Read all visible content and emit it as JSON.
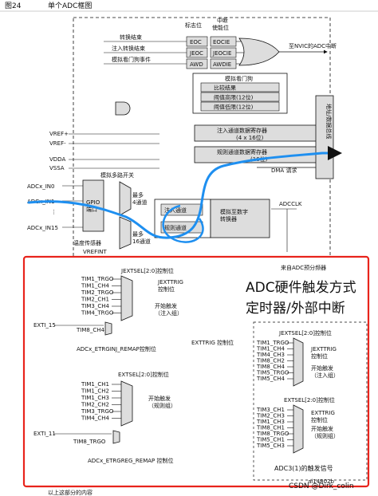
{
  "figure": {
    "label": "图24",
    "title": "单个ADC框图"
  },
  "flags": {
    "header_flag": "标志位",
    "header_enable": "中断\n使能位",
    "rows": [
      {
        "signal": "转换结束",
        "flag": "EOC",
        "enable": "EOCIE"
      },
      {
        "signal": "注入转换结束",
        "flag": "JEOC",
        "enable": "JEOCIE"
      },
      {
        "signal": "模拟看门狗事件",
        "flag": "AWD",
        "enable": "AWDIE"
      }
    ],
    "to_nvic": "至NVIC的ADC中断"
  },
  "watchdog": {
    "title": "模拟看门狗",
    "rows": [
      "比较结果",
      "阈值高限(12位)",
      "阈值低限(12位)"
    ]
  },
  "registers": {
    "injected": "注入通道数据寄存器",
    "injected_size": "(4 x 16位)",
    "regular": "规则通道数据寄存器",
    "regular_size": "(16位)",
    "dma": "DMA 请求",
    "bus": "地址/数据总线"
  },
  "power": {
    "vref_p": "VREF+",
    "vref_m": "VREF-",
    "vdda": "VDDA",
    "vssa": "VSSA"
  },
  "inputs": {
    "mux": "模拟多路开关",
    "in0": "ADCx_IN0",
    "in1": "ADCx_IN1",
    "dots": "⋮",
    "in15": "ADCx_IN15",
    "gpio": "GPIO\n端口",
    "temp": "温度传感器",
    "vrefint": "VREFINT",
    "max4": "最多\n4通道",
    "max16": "最多\n16通道"
  },
  "core": {
    "injected": "注入通道",
    "regular": "规则通道",
    "converter": "模拟至数字\n转换器",
    "adcclk": "ADCCLK",
    "prescaler": "来自ADC预分频器"
  },
  "jext": {
    "sel": "JEXTSEL[2:0]控制位",
    "inputs": [
      "TIM1_TRGO",
      "TIM1_CH4",
      "TIM2_TRGO",
      "TIM2_CH1",
      "TIM3_CH4",
      "TIM4_TRGO"
    ],
    "trig": "JEXTTRIG\n控制位",
    "start": "开始触发\n（注入组）",
    "exti": "EXTI_15",
    "tim8": "TIM8_CH4",
    "remap": "ADCx_ETRGINJ_REMAP控制位",
    "exttrig": "EXTTRIG 控制位"
  },
  "ext": {
    "sel": "EXTSEL[2:0]控制位",
    "inputs": [
      "TIM1_CH1",
      "TIM1_CH2",
      "TIM1_CH3",
      "TIM2_CH2",
      "TIM3_TRGO",
      "TIM4_CH4"
    ],
    "start": "开始触发\n（规则组）",
    "exti": "EXTI_11",
    "tim8": "TIM8_TRGO",
    "remap": "ADCx_ETRGREG_REMAP 控制位"
  },
  "adc3_j": {
    "sel": "JEXTSEL[2:0]控制位",
    "inputs": [
      "TIM1_TRGO",
      "TIM1_CH4",
      "TIM4_CH3",
      "TIM8_CH2",
      "TIM8_CH4",
      "TIM5_TRGO",
      "TIM5_CH4"
    ],
    "trig": "JEXTTRIG\n控制位",
    "start": "开始触发\n（注入组）"
  },
  "adc3_r": {
    "sel": "EXTSEL[2:0]控制位",
    "inputs": [
      "TIM3_CH1",
      "TIM2_CH3",
      "TIM1_CH3",
      "TIM8_CH1",
      "TIM8_TRGO",
      "TIM5_CH1",
      "TIM5_CH3"
    ],
    "trig": "EXTTRIG\n控制位",
    "start": "开始触发\n（规则组）"
  },
  "adc3_label": "ADC3(1)的触发信号",
  "annotation": {
    "line1": "ADC硬件触发方式",
    "line2": "定时器/外部中断"
  },
  "footer": {
    "code": "ai14802b",
    "watermark": "CSDN @Dirk_colin",
    "bottom": "以上这部分的内容"
  },
  "colors": {
    "annotation": "#e8241c",
    "highlight": "#1e8ff0",
    "line": "#111111",
    "gray": "#dddddd"
  }
}
